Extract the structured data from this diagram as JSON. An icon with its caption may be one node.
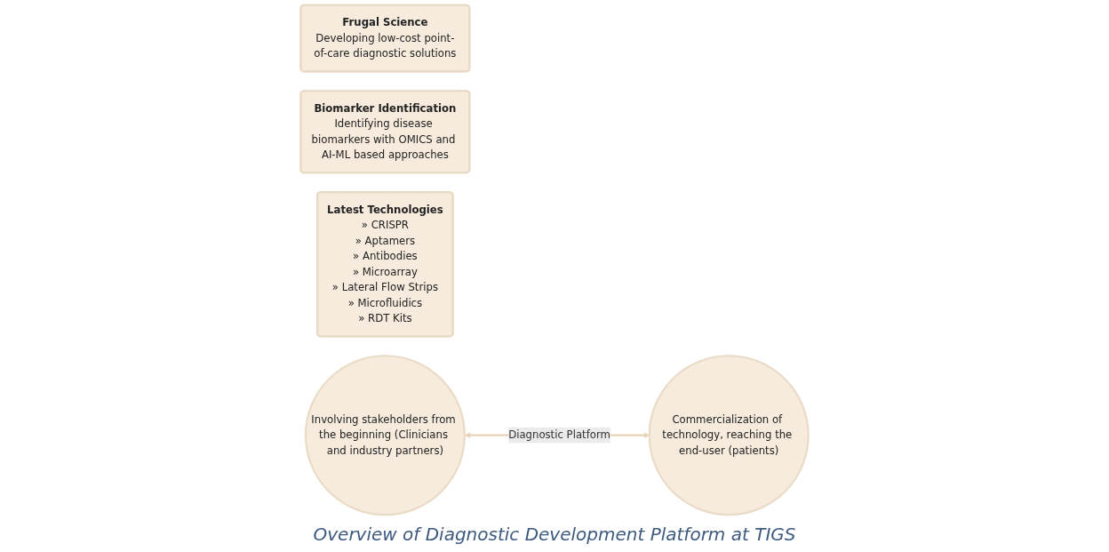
{
  "diagram": {
    "caption": "Overview of Diagnostic Development Platform at TIGS",
    "nodes": [
      {
        "text": [
          "Frugal Science",
          "Developing low-cost point-of-care diagnostic solutions"
        ]
      },
      {
        "text": [
          "Biomarker Identification",
          "Identifying disease biomarkers with OMICS and AI-ML based approaches"
        ]
      },
      {
        "text": [
          "Latest Technologies",
          "» CRISPR",
          "» Aptamers",
          "» Antibodies",
          "» Microarray",
          "» Lateral Flow Strips",
          "» Microfluidics",
          "» RDT Kits"
        ]
      },
      {
        "text": [
          "Involving stakeholders from the beginning (Clinicians and industry partners)"
        ]
      },
      {
        "text": [
          "Commercialization of technology, reaching the end-user (patients)"
        ]
      }
    ],
    "edges": [
      {
        "from": 3,
        "to": 4,
        "arrow": "both",
        "label": "Diagnostic Platform"
      }
    ]
  }
}
